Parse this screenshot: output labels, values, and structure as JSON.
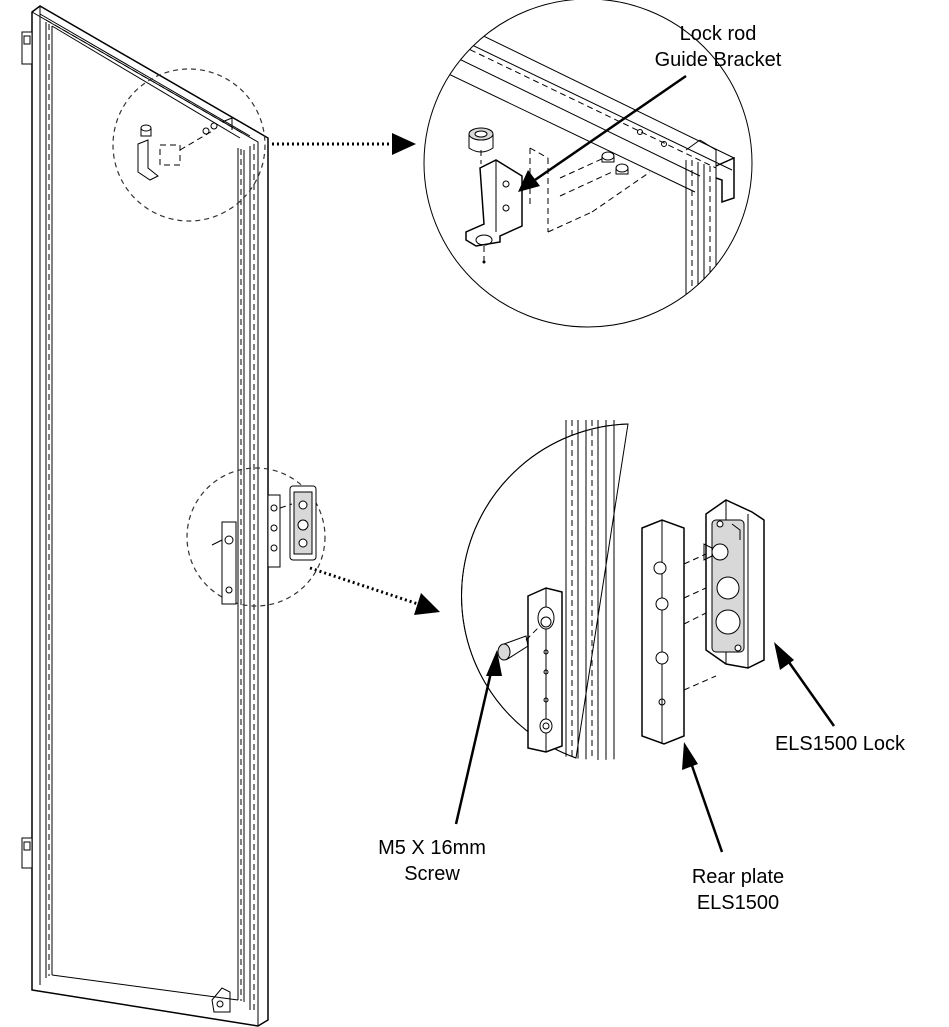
{
  "labels": {
    "lock_rod_line1": "Lock rod",
    "lock_rod_line2": "Guide Bracket",
    "screw_line1": "M5 X 16mm",
    "screw_line2": "Screw",
    "rear_plate_line1": "Rear plate",
    "rear_plate_line2": "ELS1500",
    "lock": "ELS1500 Lock"
  },
  "icons": {
    "door_panel": "door-panel-icon",
    "guide_bracket": "guide-bracket-icon",
    "lock_body": "lock-body-icon",
    "rear_plate": "rear-plate-icon",
    "screw": "screw-icon"
  }
}
